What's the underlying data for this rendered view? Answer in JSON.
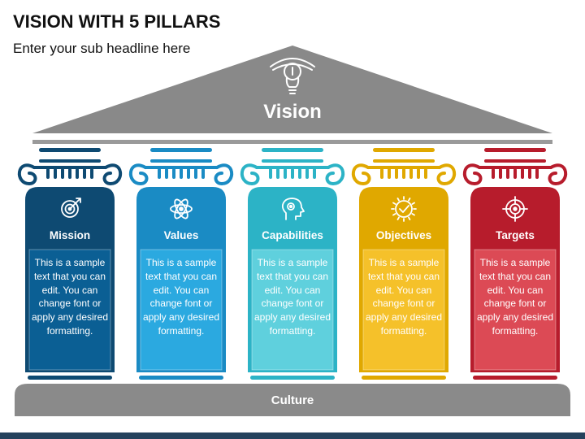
{
  "header": {
    "title": "VISION WITH 5 PILLARS",
    "subtitle": "Enter your sub headline here"
  },
  "roof": {
    "label": "Vision",
    "icon": "eye-lightbulb-icon"
  },
  "pillars": [
    {
      "title": "Mission",
      "text": "This is a sample text that you can edit. You can change font or apply any desired formatting.",
      "icon": "target-arrow-icon",
      "color": "#0e4a72",
      "panel_color": "#0b5f94"
    },
    {
      "title": "Values",
      "text": "This is a sample text that you can edit. You can change font or apply any desired formatting.",
      "icon": "atom-icon",
      "color": "#1a8bc4",
      "panel_color": "#2ba9e0"
    },
    {
      "title": "Capabilities",
      "text": "This is a sample text that you can edit. You can change font or apply any desired formatting.",
      "icon": "head-gears-icon",
      "color": "#2cb3c6",
      "panel_color": "#5fd0dd"
    },
    {
      "title": "Objectives",
      "text": "This is a sample text that you can edit. You can change font or apply any desired formatting.",
      "icon": "badge-check-icon",
      "color": "#e0a800",
      "panel_color": "#f5c12a"
    },
    {
      "title": "Targets",
      "text": "This is a sample text that you can edit. You can change font or apply any desired formatting.",
      "icon": "crosshair-icon",
      "color": "#b71c2c",
      "panel_color": "#dc4a55"
    }
  ],
  "base": {
    "label": "Culture"
  },
  "colors": {
    "roof": "#898989",
    "base": "#8a8a8a",
    "title_text": "#111111",
    "bottom_bar": "#24415c"
  }
}
